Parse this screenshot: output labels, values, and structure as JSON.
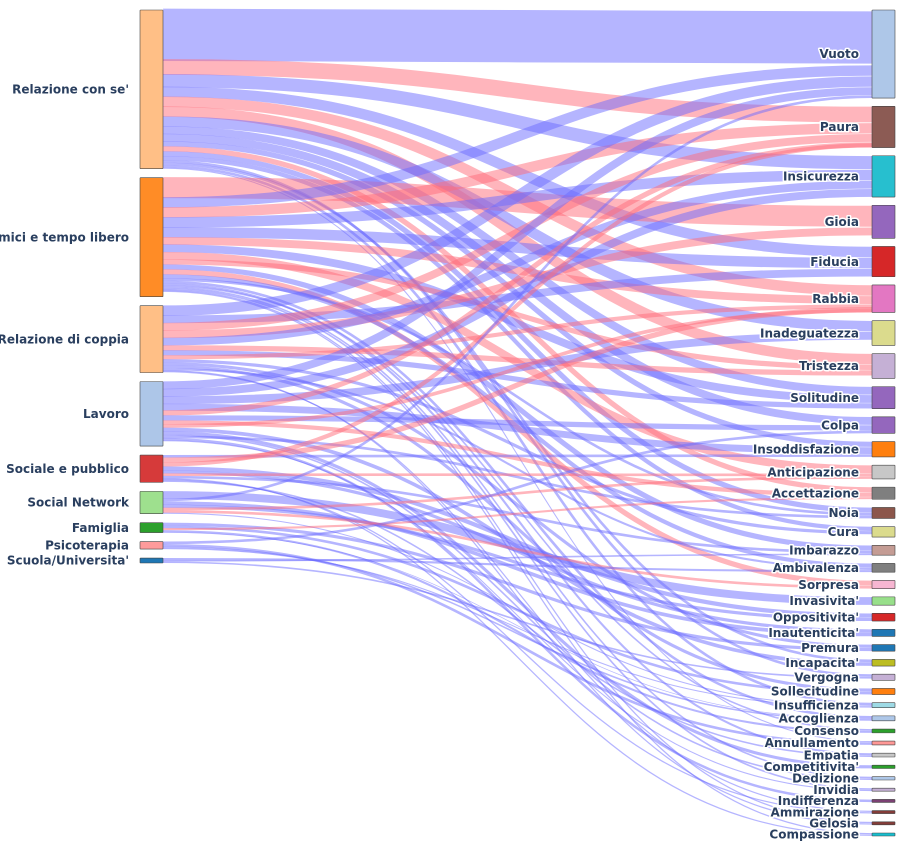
{
  "chart_data": {
    "type": "sankey",
    "link_colors": {
      "positive": "#ff6b7a",
      "negative": "#6b6bff"
    },
    "sources": [
      {
        "label": "Relazione con se'",
        "value": 32,
        "color": "#ffbf86"
      },
      {
        "label": "Amici e tempo libero",
        "value": 24,
        "color": "#ff8c26"
      },
      {
        "label": "Relazione di coppia",
        "value": 13.5,
        "color": "#ffbf86"
      },
      {
        "label": "Lavoro",
        "value": 13,
        "color": "#adc6e8"
      },
      {
        "label": "Sociale e pubblico",
        "value": 5.5,
        "color": "#d63a3a"
      },
      {
        "label": "Social Network",
        "value": 4.5,
        "color": "#9ee08e"
      },
      {
        "label": "Famiglia",
        "value": 2,
        "color": "#2ca02c"
      },
      {
        "label": "Psicoterapia",
        "value": 1.5,
        "color": "#ff9b9b"
      },
      {
        "label": "Scuola/Universita'",
        "value": 1,
        "color": "#1f77b4"
      }
    ],
    "targets": [
      {
        "label": "Vuoto",
        "value": 16,
        "color": "#aec7e8"
      },
      {
        "label": "Paura",
        "value": 7.5,
        "color": "#8c5b54"
      },
      {
        "label": "Insicurezza",
        "value": 7.5,
        "color": "#27bfcf"
      },
      {
        "label": "Gioia",
        "value": 6,
        "color": "#9467bd"
      },
      {
        "label": "Fiducia",
        "value": 5.5,
        "color": "#d62728"
      },
      {
        "label": "Rabbia",
        "value": 5,
        "color": "#e377c2"
      },
      {
        "label": "Inadeguatezza",
        "value": 4.5,
        "color": "#dbdb8d"
      },
      {
        "label": "Tristezza",
        "value": 4.5,
        "color": "#c5b0d5"
      },
      {
        "label": "Solitudine",
        "value": 4,
        "color": "#9467bd"
      },
      {
        "label": "Colpa",
        "value": 3,
        "color": "#9467bd"
      },
      {
        "label": "Insoddisfazione",
        "value": 2.8,
        "color": "#ff7f0e"
      },
      {
        "label": "Anticipazione",
        "value": 2.5,
        "color": "#c7c7c7"
      },
      {
        "label": "Accettazione",
        "value": 2.2,
        "color": "#7f7f7f"
      },
      {
        "label": "Noia",
        "value": 2,
        "color": "#8c564b"
      },
      {
        "label": "Cura",
        "value": 1.9,
        "color": "#dbdb8d"
      },
      {
        "label": "Imbarazzo",
        "value": 1.8,
        "color": "#c49c94"
      },
      {
        "label": "Ambivalenza",
        "value": 1.6,
        "color": "#7f7f7f"
      },
      {
        "label": "Sorpresa",
        "value": 1.5,
        "color": "#f7b6d2"
      },
      {
        "label": "Invasivita'",
        "value": 1.5,
        "color": "#98df8a"
      },
      {
        "label": "Oppositivita'",
        "value": 1.4,
        "color": "#d62728"
      },
      {
        "label": "Inautenticita'",
        "value": 1.3,
        "color": "#1f77b4"
      },
      {
        "label": "Premura",
        "value": 1.2,
        "color": "#1f77b4"
      },
      {
        "label": "Incapacita'",
        "value": 1.2,
        "color": "#bcbd22"
      },
      {
        "label": "Vergogna",
        "value": 1.1,
        "color": "#c5b0d5"
      },
      {
        "label": "Sollecitudine",
        "value": 1.1,
        "color": "#ff7f0e"
      },
      {
        "label": "Insufficienza",
        "value": 0.9,
        "color": "#9edae5"
      },
      {
        "label": "Accoglienza",
        "value": 0.9,
        "color": "#aec7e8"
      },
      {
        "label": "Consenso",
        "value": 0.7,
        "color": "#2ca02c"
      },
      {
        "label": "Annullamento",
        "value": 0.7,
        "color": "#ff9896"
      },
      {
        "label": "Empatia",
        "value": 0.7,
        "color": "#c7c7c7"
      },
      {
        "label": "Competitivita'",
        "value": 0.6,
        "color": "#2ca02c"
      },
      {
        "label": "Dedizione",
        "value": 0.6,
        "color": "#aec7e8"
      },
      {
        "label": "Invidia",
        "value": 0.5,
        "color": "#c5b0d5"
      },
      {
        "label": "Indifferenza",
        "value": 0.4,
        "color": "#7b4173"
      },
      {
        "label": "Ammirazione",
        "value": 0.4,
        "color": "#843c39"
      },
      {
        "label": "Gelosia",
        "value": 0.4,
        "color": "#843c39"
      },
      {
        "label": "Compassione",
        "value": 0.4,
        "color": "#17becf"
      }
    ],
    "links": [
      {
        "source": "Relazione con se'",
        "target": "Vuoto",
        "value": 10,
        "sign": "negative"
      },
      {
        "source": "Relazione con se'",
        "target": "Paura",
        "value": 3,
        "sign": "positive"
      },
      {
        "source": "Relazione con se'",
        "target": "Insicurezza",
        "value": 2.5,
        "sign": "negative"
      },
      {
        "source": "Relazione con se'",
        "target": "Fiducia",
        "value": 2,
        "sign": "negative"
      },
      {
        "source": "Relazione con se'",
        "target": "Rabbia",
        "value": 2,
        "sign": "positive"
      },
      {
        "source": "Relazione con se'",
        "target": "Tristezza",
        "value": 2,
        "sign": "positive"
      },
      {
        "source": "Relazione con se'",
        "target": "Inadeguatezza",
        "value": 2,
        "sign": "negative"
      },
      {
        "source": "Relazione con se'",
        "target": "Solitudine",
        "value": 1.5,
        "sign": "negative"
      },
      {
        "source": "Relazione con se'",
        "target": "Colpa",
        "value": 1.5,
        "sign": "negative"
      },
      {
        "source": "Relazione con se'",
        "target": "Insoddisfazione",
        "value": 1,
        "sign": "negative"
      },
      {
        "source": "Relazione con se'",
        "target": "Accettazione",
        "value": 1,
        "sign": "positive"
      },
      {
        "source": "Relazione con se'",
        "target": "Noia",
        "value": 1,
        "sign": "negative"
      },
      {
        "source": "Relazione con se'",
        "target": "Cura",
        "value": 0.8,
        "sign": "negative"
      },
      {
        "source": "Relazione con se'",
        "target": "Vergogna",
        "value": 0.5,
        "sign": "negative"
      },
      {
        "source": "Relazione con se'",
        "target": "Incapacita'",
        "value": 0.5,
        "sign": "negative"
      },
      {
        "source": "Relazione con se'",
        "target": "Insufficienza",
        "value": 0.5,
        "sign": "negative"
      },
      {
        "source": "Relazione con se'",
        "target": "Annullamento",
        "value": 0.2,
        "sign": "negative"
      },
      {
        "source": "Amici e tempo libero",
        "target": "Gioia",
        "value": 4,
        "sign": "positive"
      },
      {
        "source": "Amici e tempo libero",
        "target": "Vuoto",
        "value": 2,
        "sign": "negative"
      },
      {
        "source": "Amici e tempo libero",
        "target": "Paura",
        "value": 2,
        "sign": "positive"
      },
      {
        "source": "Amici e tempo libero",
        "target": "Insicurezza",
        "value": 2,
        "sign": "negative"
      },
      {
        "source": "Amici e tempo libero",
        "target": "Fiducia",
        "value": 2,
        "sign": "negative"
      },
      {
        "source": "Amici e tempo libero",
        "target": "Rabbia",
        "value": 1.5,
        "sign": "positive"
      },
      {
        "source": "Amici e tempo libero",
        "target": "Solitudine",
        "value": 1.5,
        "sign": "negative"
      },
      {
        "source": "Amici e tempo libero",
        "target": "Anticipazione",
        "value": 1.5,
        "sign": "positive"
      },
      {
        "source": "Amici e tempo libero",
        "target": "Tristezza",
        "value": 1,
        "sign": "positive"
      },
      {
        "source": "Amici e tempo libero",
        "target": "Imbarazzo",
        "value": 1,
        "sign": "negative"
      },
      {
        "source": "Amici e tempo libero",
        "target": "Sorpresa",
        "value": 1,
        "sign": "positive"
      },
      {
        "source": "Amici e tempo libero",
        "target": "Ambivalenza",
        "value": 0.8,
        "sign": "negative"
      },
      {
        "source": "Amici e tempo libero",
        "target": "Noia",
        "value": 0.5,
        "sign": "negative"
      },
      {
        "source": "Amici e tempo libero",
        "target": "Accoglienza",
        "value": 0.5,
        "sign": "negative"
      },
      {
        "source": "Amici e tempo libero",
        "target": "Empatia",
        "value": 0.4,
        "sign": "negative"
      },
      {
        "source": "Amici e tempo libero",
        "target": "Consenso",
        "value": 0.3,
        "sign": "negative"
      },
      {
        "source": "Amici e tempo libero",
        "target": "Dedizione",
        "value": 0.3,
        "sign": "negative"
      },
      {
        "source": "Amici e tempo libero",
        "target": "Invidia",
        "value": 0.3,
        "sign": "negative"
      },
      {
        "source": "Amici e tempo libero",
        "target": "Gelosia",
        "value": 0.2,
        "sign": "negative"
      },
      {
        "source": "Amici e tempo libero",
        "target": "Compassione",
        "value": 0.2,
        "sign": "negative"
      },
      {
        "source": "Relazione di coppia",
        "target": "Vuoto",
        "value": 2,
        "sign": "negative"
      },
      {
        "source": "Relazione di coppia",
        "target": "Fiducia",
        "value": 1.5,
        "sign": "negative"
      },
      {
        "source": "Relazione di coppia",
        "target": "Paura",
        "value": 1.5,
        "sign": "positive"
      },
      {
        "source": "Relazione di coppia",
        "target": "Gioia",
        "value": 1.5,
        "sign": "positive"
      },
      {
        "source": "Relazione di coppia",
        "target": "Insicurezza",
        "value": 1.5,
        "sign": "negative"
      },
      {
        "source": "Relazione di coppia",
        "target": "Tristezza",
        "value": 1,
        "sign": "positive"
      },
      {
        "source": "Relazione di coppia",
        "target": "Solitudine",
        "value": 1,
        "sign": "negative"
      },
      {
        "source": "Relazione di coppia",
        "target": "Rabbia",
        "value": 0.8,
        "sign": "positive"
      },
      {
        "source": "Relazione di coppia",
        "target": "Cura",
        "value": 0.6,
        "sign": "negative"
      },
      {
        "source": "Relazione di coppia",
        "target": "Premura",
        "value": 0.6,
        "sign": "negative"
      },
      {
        "source": "Relazione di coppia",
        "target": "Sollecitudine",
        "value": 0.6,
        "sign": "negative"
      },
      {
        "source": "Relazione di coppia",
        "target": "Ambivalenza",
        "value": 0.4,
        "sign": "negative"
      },
      {
        "source": "Relazione di coppia",
        "target": "Gelosia",
        "value": 0.2,
        "sign": "negative"
      },
      {
        "source": "Relazione di coppia",
        "target": "Ammirazione",
        "value": 0.2,
        "sign": "negative"
      },
      {
        "source": "Lavoro",
        "target": "Vuoto",
        "value": 1.5,
        "sign": "negative"
      },
      {
        "source": "Lavoro",
        "target": "Insicurezza",
        "value": 1.5,
        "sign": "negative"
      },
      {
        "source": "Lavoro",
        "target": "Inadeguatezza",
        "value": 1.5,
        "sign": "negative"
      },
      {
        "source": "Lavoro",
        "target": "Insoddisfazione",
        "value": 1.3,
        "sign": "negative"
      },
      {
        "source": "Lavoro",
        "target": "Paura",
        "value": 1,
        "sign": "positive"
      },
      {
        "source": "Lavoro",
        "target": "Colpa",
        "value": 1,
        "sign": "negative"
      },
      {
        "source": "Lavoro",
        "target": "Accettazione",
        "value": 0.8,
        "sign": "positive"
      },
      {
        "source": "Lavoro",
        "target": "Rabbia",
        "value": 0.7,
        "sign": "positive"
      },
      {
        "source": "Lavoro",
        "target": "Incapacita'",
        "value": 0.7,
        "sign": "negative"
      },
      {
        "source": "Lavoro",
        "target": "Competitivita'",
        "value": 0.6,
        "sign": "negative"
      },
      {
        "source": "Lavoro",
        "target": "Dedizione",
        "value": 0.3,
        "sign": "negative"
      },
      {
        "source": "Lavoro",
        "target": "Noia",
        "value": 0.5,
        "sign": "negative"
      },
      {
        "source": "Lavoro",
        "target": "Indifferenza",
        "value": 0.4,
        "sign": "negative"
      },
      {
        "source": "Lavoro",
        "target": "Invidia",
        "value": 0.2,
        "sign": "negative"
      },
      {
        "source": "Sociale e pubblico",
        "target": "Insoddisfazione",
        "value": 0.5,
        "sign": "negative"
      },
      {
        "source": "Sociale e pubblico",
        "target": "Rabbia",
        "value": 1,
        "sign": "positive"
      },
      {
        "source": "Sociale e pubblico",
        "target": "Paura",
        "value": 0.8,
        "sign": "positive"
      },
      {
        "source": "Sociale e pubblico",
        "target": "Oppositivita'",
        "value": 0.8,
        "sign": "negative"
      },
      {
        "source": "Sociale e pubblico",
        "target": "Inautenticita'",
        "value": 0.6,
        "sign": "negative"
      },
      {
        "source": "Sociale e pubblico",
        "target": "Anticipazione",
        "value": 0.5,
        "sign": "positive"
      },
      {
        "source": "Sociale e pubblico",
        "target": "Imbarazzo",
        "value": 0.5,
        "sign": "negative"
      },
      {
        "source": "Sociale e pubblico",
        "target": "Compassione",
        "value": 0.2,
        "sign": "negative"
      },
      {
        "source": "Sociale e pubblico",
        "target": "Ammirazione",
        "value": 0.2,
        "sign": "negative"
      },
      {
        "source": "Sociale e pubblico",
        "target": "Empatia",
        "value": 0.3,
        "sign": "negative"
      },
      {
        "source": "Social Network",
        "target": "Invasivita'",
        "value": 1.5,
        "sign": "negative"
      },
      {
        "source": "Social Network",
        "target": "Vuoto",
        "value": 0.5,
        "sign": "negative"
      },
      {
        "source": "Social Network",
        "target": "Inautenticita'",
        "value": 0.7,
        "sign": "negative"
      },
      {
        "source": "Social Network",
        "target": "Oppositivita'",
        "value": 0.6,
        "sign": "negative"
      },
      {
        "source": "Social Network",
        "target": "Anticipazione",
        "value": 0.5,
        "sign": "positive"
      },
      {
        "source": "Social Network",
        "target": "Noia",
        "value": 0,
        "sign": "negative"
      },
      {
        "source": "Social Network",
        "target": "Sorpresa",
        "value": 0.5,
        "sign": "positive"
      },
      {
        "source": "Social Network",
        "target": "Insufficienza",
        "value": 0.2,
        "sign": "negative"
      },
      {
        "source": "Famiglia",
        "target": "Premura",
        "value": 0.6,
        "sign": "negative"
      },
      {
        "source": "Famiglia",
        "target": "Sollecitudine",
        "value": 0.5,
        "sign": "negative"
      },
      {
        "source": "Famiglia",
        "target": "Accettazione",
        "value": 0.4,
        "sign": "positive"
      },
      {
        "source": "Famiglia",
        "target": "Consenso",
        "value": 0.4,
        "sign": "negative"
      },
      {
        "source": "Famiglia",
        "target": "Accoglienza",
        "value": 0.1,
        "sign": "negative"
      },
      {
        "source": "Psicoterapia",
        "target": "Colpa",
        "value": 0.5,
        "sign": "negative"
      },
      {
        "source": "Psicoterapia",
        "target": "Annullamento",
        "value": 0.5,
        "sign": "negative"
      },
      {
        "source": "Psicoterapia",
        "target": "Accoglienza",
        "value": 0.3,
        "sign": "negative"
      },
      {
        "source": "Psicoterapia",
        "target": "Insufficienza",
        "value": 0.2,
        "sign": "negative"
      },
      {
        "source": "Scuola/Universita'",
        "target": "Ambivalenza",
        "value": 0.4,
        "sign": "negative"
      },
      {
        "source": "Scuola/Universita'",
        "target": "Imbarazzo",
        "value": 0.3,
        "sign": "negative"
      },
      {
        "source": "Scuola/Universita'",
        "target": "Vergogna",
        "value": 0.3,
        "sign": "negative"
      }
    ]
  }
}
